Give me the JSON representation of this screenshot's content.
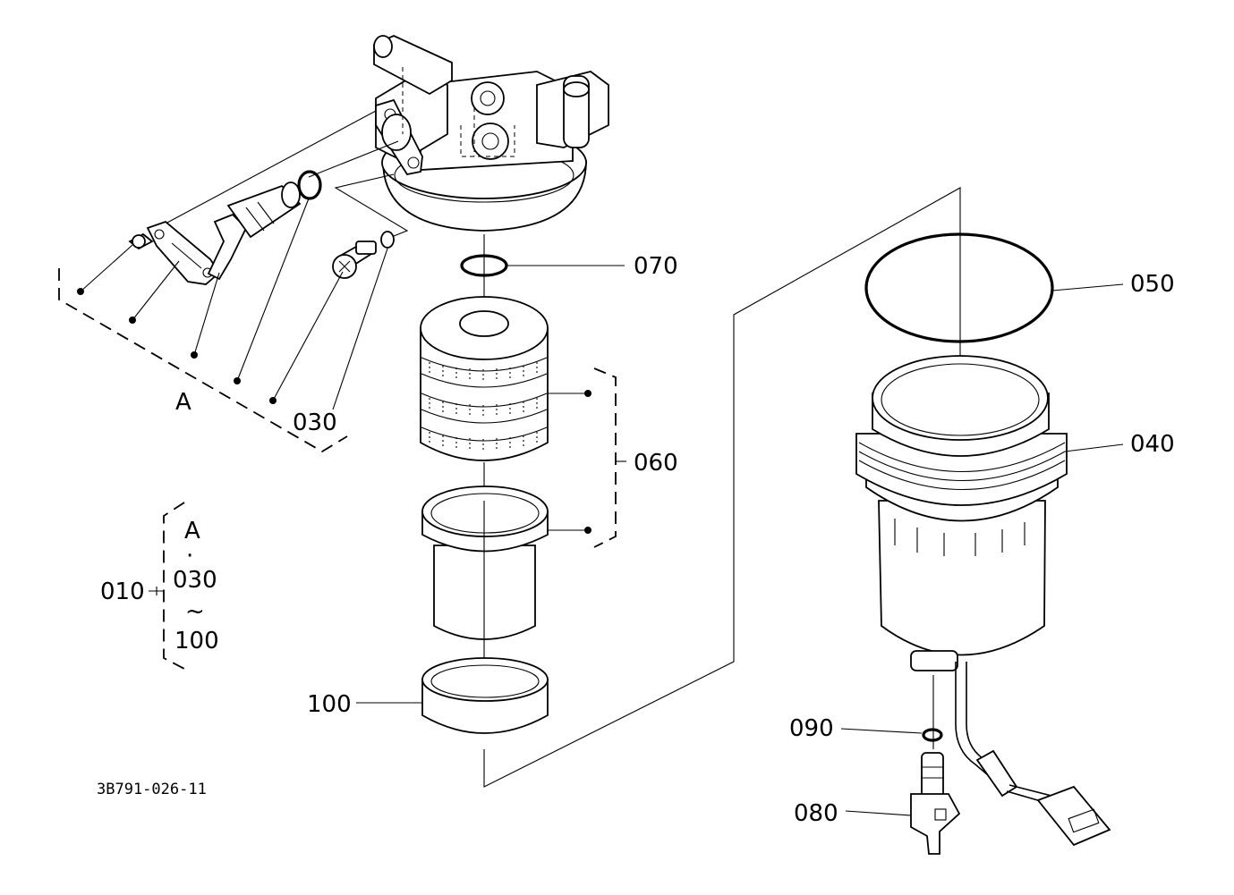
{
  "drawing_code": "3B791-026-11",
  "labels": {
    "p010": "010",
    "p030": "030",
    "p040": "040",
    "p050": "050",
    "p060": "060",
    "p070": "070",
    "p080": "080",
    "p090": "090",
    "p100": "100",
    "groupA": "A"
  },
  "group_legend": {
    "a": "A",
    "sep": "·",
    "from": "030",
    "range": "~",
    "to": "100"
  }
}
